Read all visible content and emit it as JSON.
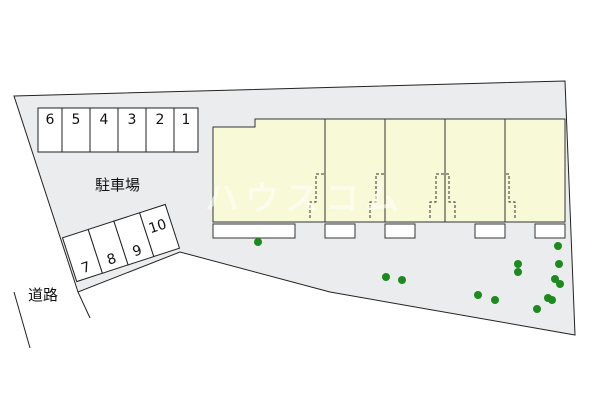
{
  "parking": {
    "label": "駐車場",
    "row_top": [
      "6",
      "5",
      "4",
      "3",
      "2",
      "1"
    ],
    "row_bottom": [
      "7",
      "8",
      "9",
      "10"
    ]
  },
  "road": {
    "label": "道路"
  },
  "watermark": {
    "text": "ハウスコム"
  },
  "building": {
    "unit_count": 5
  },
  "greenery": {
    "tree_count": 14
  },
  "colors": {
    "lot": "#ebecee",
    "lot_border": "#222222",
    "building_fill": "#f8f9d6",
    "parking_fill": "#ffffff",
    "tree": "#1d8a1d"
  }
}
